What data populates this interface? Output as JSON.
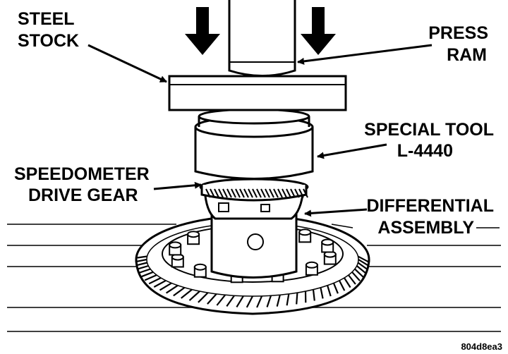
{
  "labels": {
    "steel_stock": [
      "STEEL",
      "STOCK"
    ],
    "press_ram": [
      "PRESS",
      "RAM"
    ],
    "special_tool": [
      "SPECIAL TOOL",
      "L-4440"
    ],
    "speedometer": [
      "SPEEDOMETER",
      "DRIVE GEAR"
    ],
    "differential": [
      "DIFFERENTIAL",
      "ASSEMBLY"
    ],
    "figure_code": "804d8ea3"
  },
  "colors": {
    "ink": "#000000",
    "paper": "#ffffff"
  }
}
